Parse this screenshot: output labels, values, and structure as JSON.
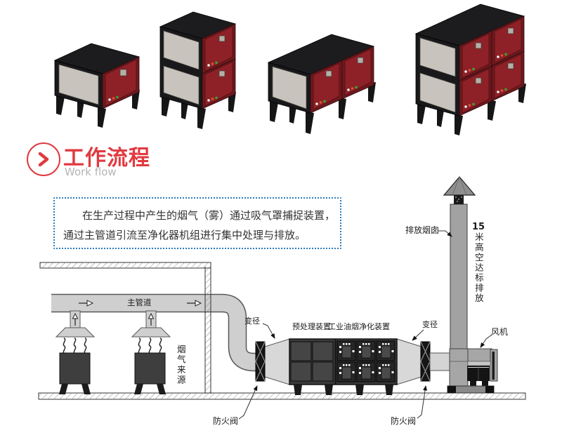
{
  "header": {
    "title": "工作流程",
    "subtitle": "Work flow"
  },
  "intro": {
    "line1": "在生产过程中产生的烟气（雾）通过吸气罩捕捉装置，",
    "line2": "通过主管道引流至净化器机组进行集中处理与排放。"
  },
  "products": [
    {
      "modules_wide": 1,
      "modules_high": 1
    },
    {
      "modules_wide": 1,
      "modules_high": 2
    },
    {
      "modules_wide": 2,
      "modules_high": 1
    },
    {
      "modules_wide": 2,
      "modules_high": 2
    }
  ],
  "diagram": {
    "labels": {
      "main_duct": "主管道",
      "smoke_source": "烟气来源",
      "reducer": "变径",
      "pretreatment": "预处理装置",
      "purifier": "工业油烟净化装置",
      "fire_valve": "防火阀",
      "chimney": "排放烟囱",
      "stack_height_num": "15",
      "stack_height_text": "米高空达标排放",
      "fan": "风机"
    }
  },
  "colors": {
    "accent_red": "#e03a40",
    "subtitle_gray": "#b5b5b5",
    "intro_border_blue": "#2b7cbf",
    "product_red": "#8e2127",
    "duct_gray": "#cfcfcf",
    "dark_unit": "#3a3a3a"
  }
}
